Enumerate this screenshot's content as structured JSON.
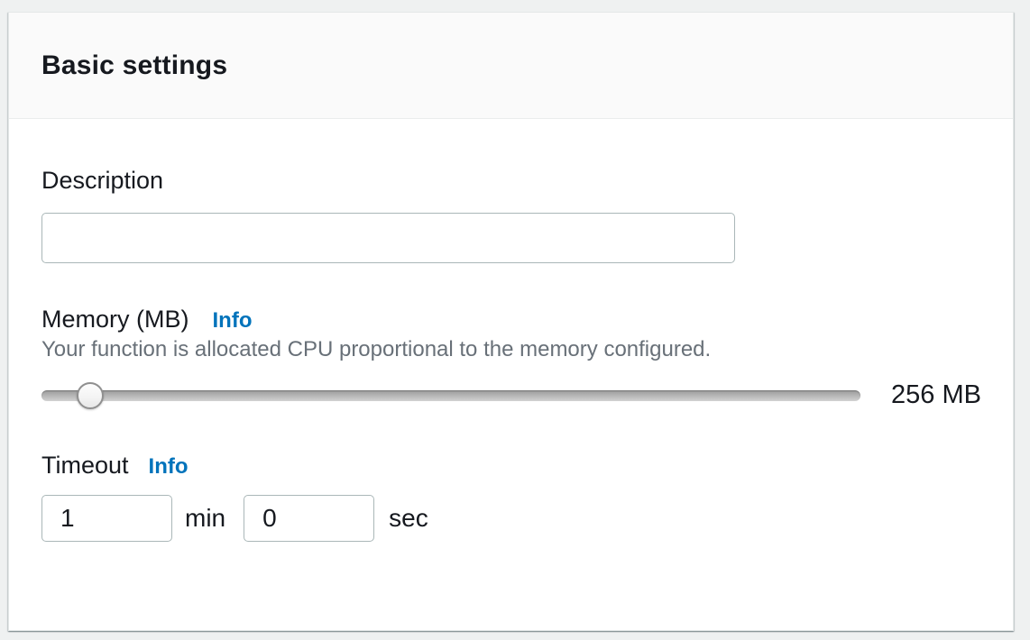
{
  "panel": {
    "title": "Basic settings",
    "description": {
      "label": "Description",
      "value": "",
      "placeholder": ""
    },
    "memory": {
      "label": "Memory (MB)",
      "info_label": "Info",
      "help_text": "Your function is allocated CPU proportional to the memory configured.",
      "value_display": "256 MB",
      "slider_percent": 4.4
    },
    "timeout": {
      "label": "Timeout",
      "info_label": "Info",
      "minutes": {
        "value": "1",
        "unit": "min"
      },
      "seconds": {
        "value": "0",
        "unit": "sec"
      }
    },
    "colors": {
      "link_blue": "#0073bb",
      "heading_dark": "#16191f",
      "help_gray": "#687078",
      "input_border": "#aab7b8",
      "header_bg": "#fafafa"
    }
  }
}
